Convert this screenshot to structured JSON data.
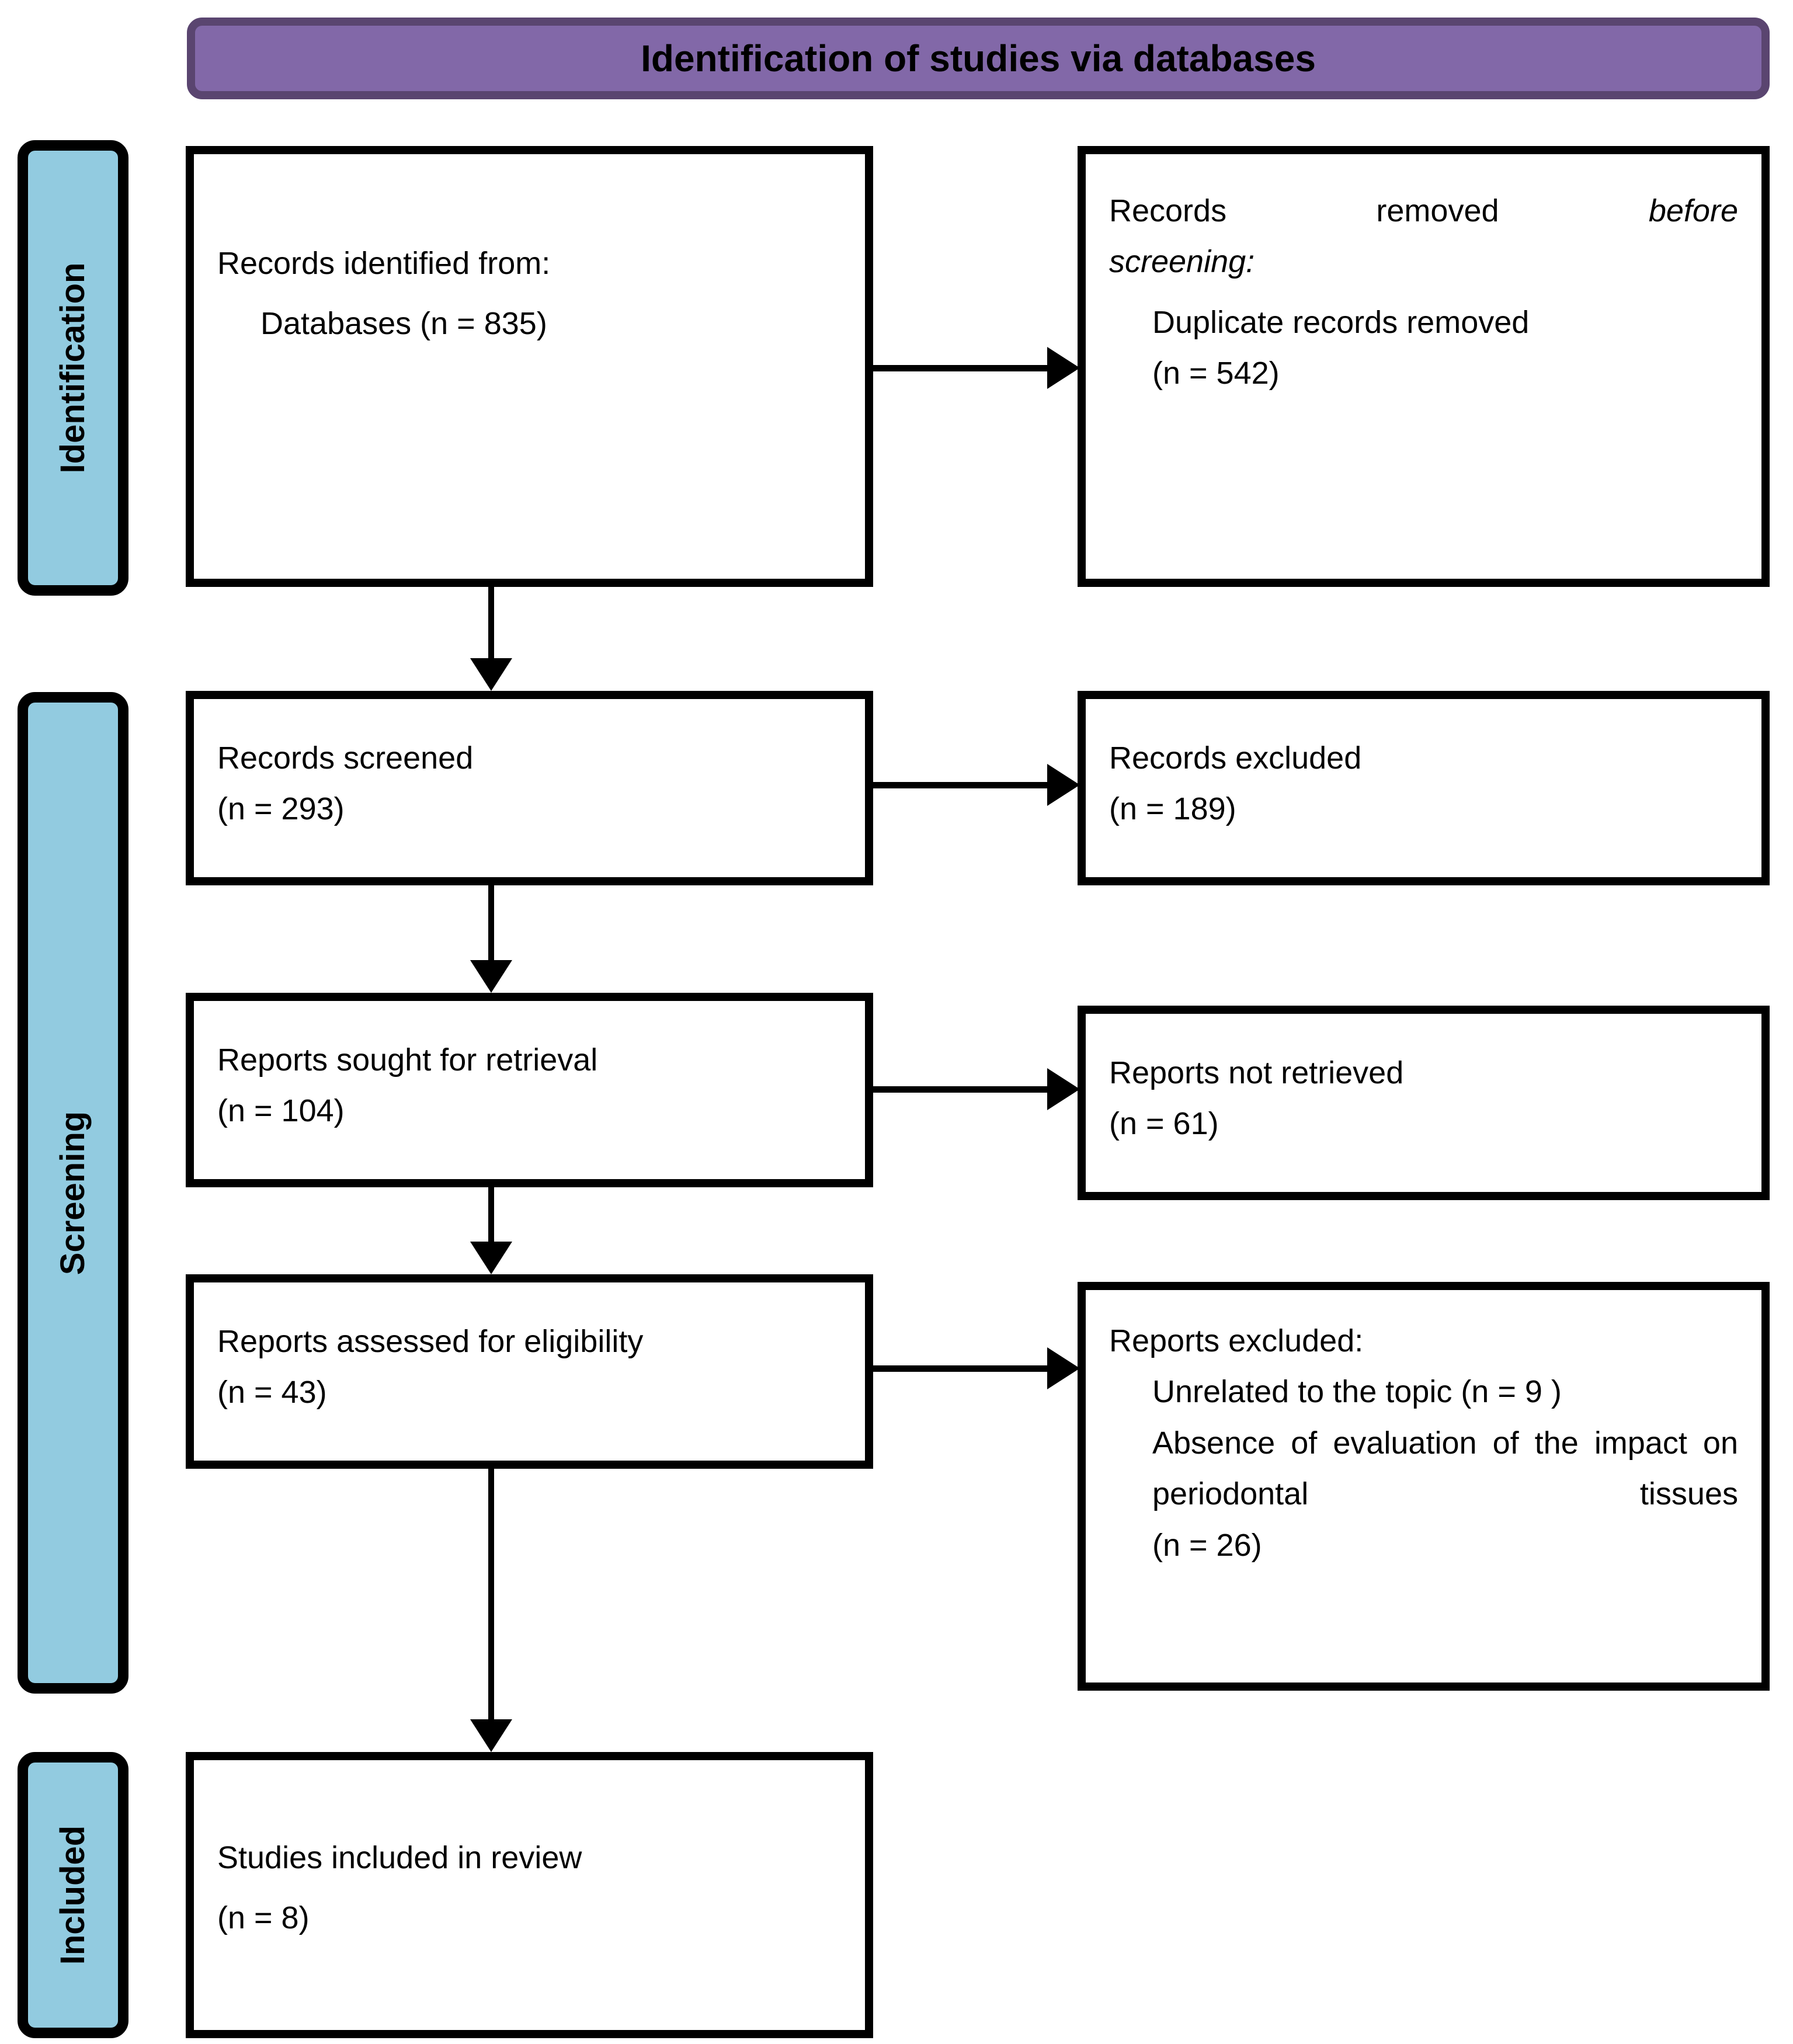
{
  "diagram": {
    "type": "PRISMA flow diagram",
    "banner": {
      "title": "Identification of studies via databases",
      "fill_color": "#8268a8",
      "border_color": "#5a4570"
    },
    "rail_fill_color": "#92cbe0",
    "box_border_color": "#000000",
    "stages": [
      {
        "key": "identification",
        "label": "Identification"
      },
      {
        "key": "screening",
        "label": "Screening"
      },
      {
        "key": "included",
        "label": "Included"
      }
    ],
    "boxes": {
      "identified": {
        "line1": "Records identified from:",
        "line2": "Databases (n = 835)"
      },
      "removed_before": {
        "line1a": "Records",
        "line1b": "removed",
        "line1c": "before",
        "line2": "screening:",
        "line3": "Duplicate records removed",
        "line4": "(n = 542)"
      },
      "screened": {
        "line1": "Records screened",
        "line2": "(n = 293)"
      },
      "records_excluded": {
        "line1": "Records excluded",
        "line2": "(n = 189)"
      },
      "sought": {
        "line1": "Reports sought for retrieval",
        "line2": "(n = 104)"
      },
      "not_retrieved": {
        "line1": "Reports not retrieved",
        "line2": "(n = 61)"
      },
      "assessed": {
        "line1": "Reports assessed for eligibility",
        "line2": "(n = 43)"
      },
      "reports_excluded": {
        "line1": "Reports excluded:",
        "line2": "Unrelated to the topic (n = 9 )",
        "line3": "Absence of evaluation of the impact on periodontal tissues",
        "line4": "(n = 26)"
      },
      "included": {
        "line1": "Studies included in review",
        "line2": "(n = 8)"
      }
    }
  }
}
